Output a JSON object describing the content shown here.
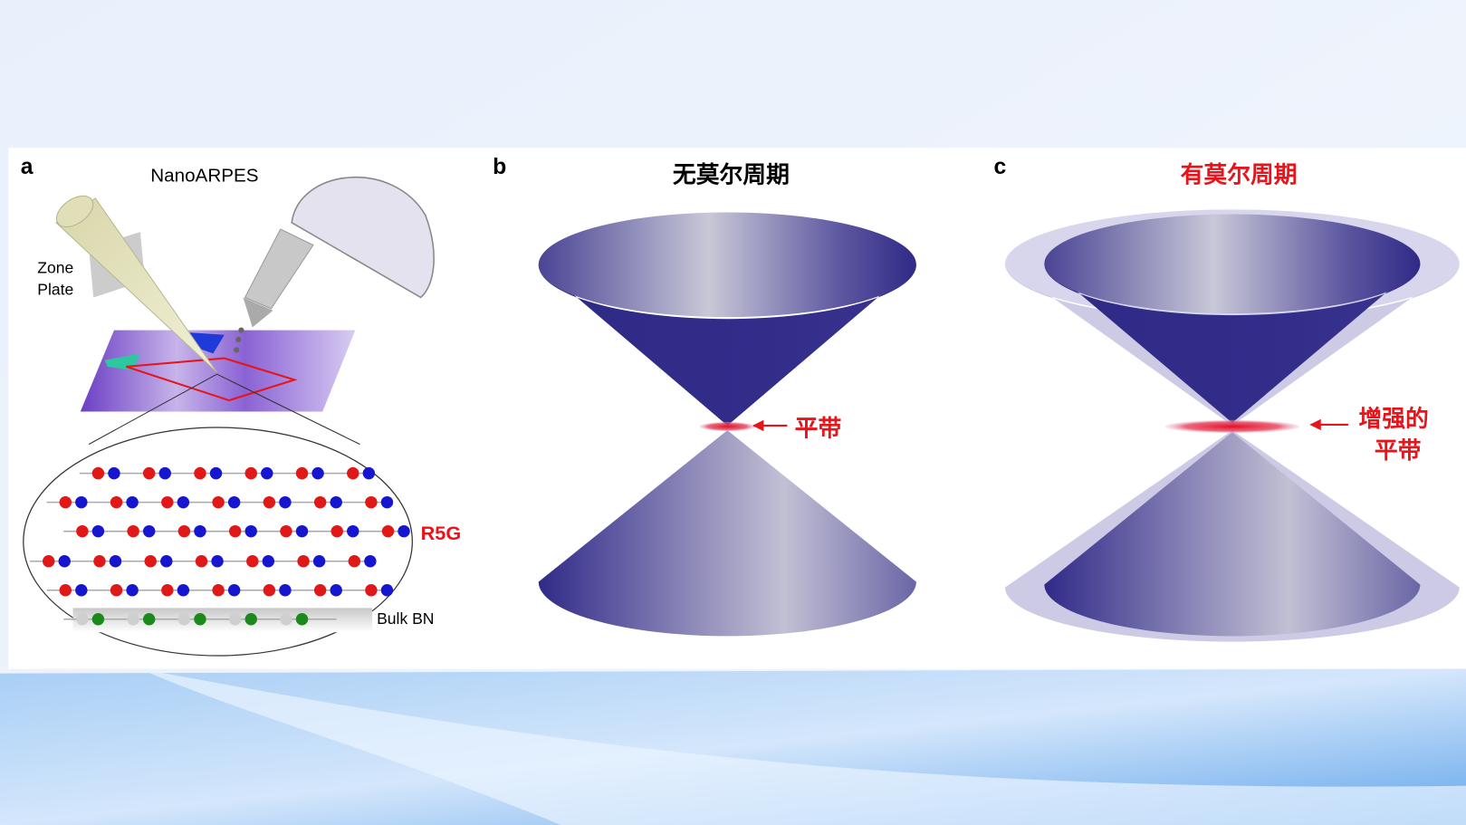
{
  "panel_a": {
    "letter": "a",
    "title": "NanoARPES",
    "zone_plate_line1": "Zone",
    "zone_plate_line2": "Plate",
    "r5g_label": "R5G",
    "bulk_bn_label": "Bulk BN"
  },
  "panel_b": {
    "letter": "b",
    "title": "无莫尔周期",
    "flat_band_label": "平带"
  },
  "panel_c": {
    "letter": "c",
    "title": "有莫尔周期",
    "flat_band_line1": "增强的",
    "flat_band_line2": "平带"
  },
  "colors": {
    "cone": "#2f2a86",
    "accent_red": "#e8141c",
    "carbon_red": "#e01818",
    "carbon_blue": "#1616d0",
    "boron_green": "#1a8a1a"
  }
}
